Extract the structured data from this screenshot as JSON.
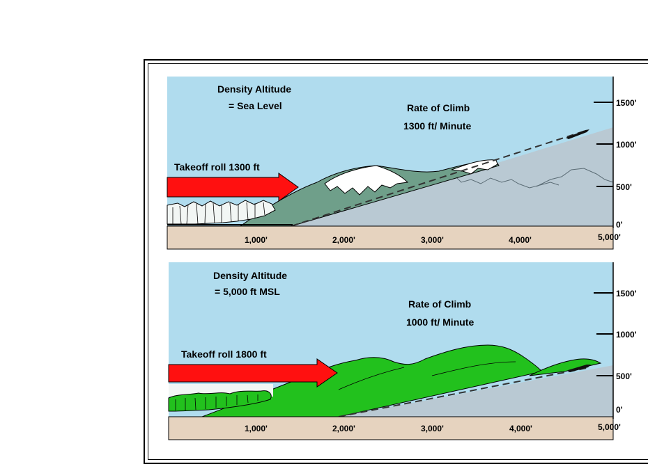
{
  "panels": [
    {
      "id": "sea-level",
      "density_label_1": "Density Altitude",
      "density_label_2": "= Sea Level",
      "climb_label_1": "Rate of Climb",
      "climb_label_2": "1300 ft/ Minute",
      "takeoff_label": "Takeoff roll 1300 ft",
      "alt_ticks": [
        "1500'",
        "1000'",
        "500'",
        "0'"
      ],
      "dist_ticks": [
        "1,000'",
        "2,000'",
        "3,000'",
        "4,000'",
        "5,000'"
      ]
    },
    {
      "id": "high-altitude",
      "density_label_1": "Density Altitude",
      "density_label_2": "= 5,000 ft MSL",
      "climb_label_1": "Rate of Climb",
      "climb_label_2": "1000 ft/ Minute",
      "takeoff_label": "Takeoff roll 1800 ft",
      "alt_ticks": [
        "1500'",
        "1000'",
        "500'",
        "0'"
      ],
      "dist_ticks": [
        "1,000'",
        "2,000'",
        "3,000'",
        "4,000'",
        "5,000'"
      ]
    }
  ],
  "colors": {
    "sky": "#b0dcee",
    "ground_strip": "#e6d3bf",
    "climb_area": "#b9c9d3",
    "hill_sea_level": "#6f9f8a",
    "snow": "#ffffff",
    "hill_high": "#22c11d",
    "arrow": "#ff1010"
  }
}
